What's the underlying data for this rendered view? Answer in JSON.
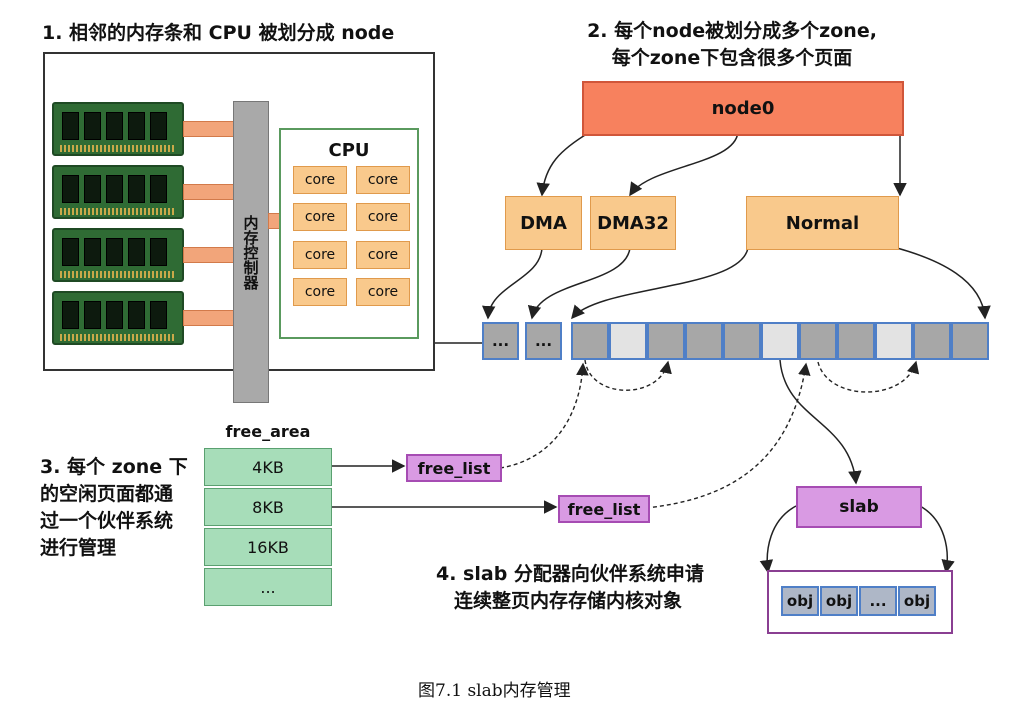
{
  "titles": {
    "step1": "1. 相邻的内存条和 CPU 被划分成 node",
    "step2_line1": "2. 每个node被划分成多个zone,",
    "step2_line2": "每个zone下包含很多个页面",
    "step3_lines": [
      "3. 每个 zone 下",
      "的空闲页面都通",
      "过一个伙伴系统",
      "进行管理"
    ],
    "step4_lines": [
      "4. slab 分配器向伙伴系统申请",
      "连续整页内存存储内核对象"
    ]
  },
  "hardware": {
    "controller_label": "内存控制器",
    "cpu_label": "CPU",
    "cores": [
      "core",
      "core",
      "core",
      "core",
      "core",
      "core",
      "core",
      "core"
    ]
  },
  "node": {
    "name": "node0",
    "zones": [
      "DMA",
      "DMA32",
      "Normal"
    ]
  },
  "pages": {
    "ellipsis_blocks": [
      "...",
      "..."
    ]
  },
  "free_area": {
    "title": "free_area",
    "rows": [
      "4KB",
      "8KB",
      "16KB",
      "..."
    ]
  },
  "free_lists": [
    "free_list",
    "free_list"
  ],
  "slab": {
    "label": "slab",
    "objs": [
      "obj",
      "obj",
      "...",
      "obj"
    ]
  },
  "caption": "图7.1    slab内存管理"
}
